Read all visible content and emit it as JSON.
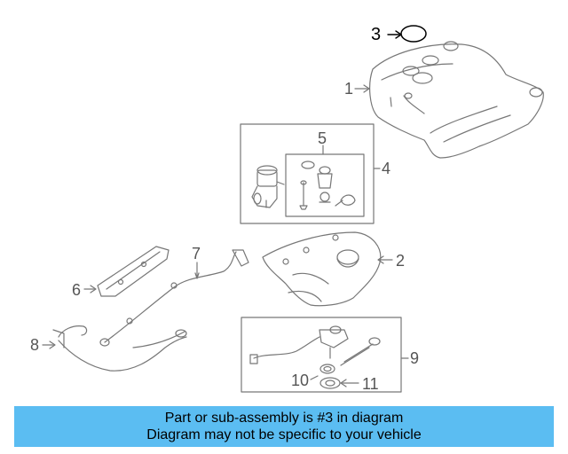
{
  "callouts": {
    "part_1": "1",
    "part_2": "2",
    "part_3": "3",
    "part_4": "4",
    "part_5": "5",
    "part_6": "6",
    "part_7": "7",
    "part_8": "8",
    "part_9": "9",
    "part_10": "10",
    "part_11": "11"
  },
  "banner": {
    "line1": "Part or sub-assembly is #3 in diagram",
    "line2": "Diagram may not be specific to your vehicle"
  },
  "colors": {
    "banner_bg": "#5bbdf2",
    "line": "#777777",
    "highlight": "#000000"
  }
}
